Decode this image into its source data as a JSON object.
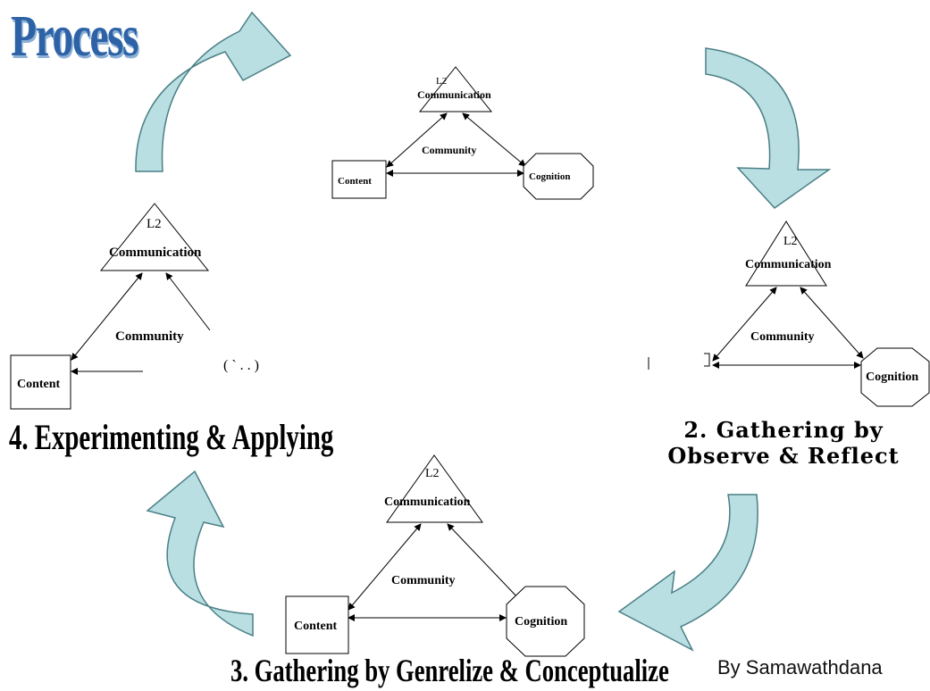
{
  "title": "Process",
  "node_labels": {
    "l2": "L2",
    "communication": "Communication",
    "community": "Community",
    "content": "Content",
    "cognition": "Cognition"
  },
  "stages": {
    "stage2_line1": "2. Gathering by",
    "stage2_line2": "Observe & Reflect",
    "stage3": "3. Gathering by Genrelize & Conceptualize",
    "stage4": "4. Experimenting & Applying"
  },
  "credit": "By Samawathdana",
  "colors": {
    "title": "#2d63a6",
    "arrow_fill": "#b9dfe2",
    "arrow_stroke": "#4a7f86",
    "line": "#000000"
  }
}
